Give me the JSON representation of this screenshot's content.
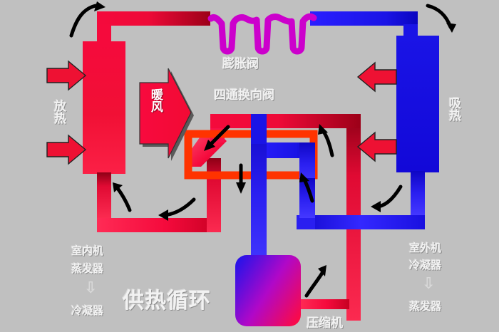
{
  "diagram": {
    "title": "供热循环",
    "background_color": "#c0c0c0",
    "type": "heat-pump-heating-cycle-schematic"
  },
  "labels": {
    "expansion_valve": "膨胀阀",
    "four_way_valve": "四通换向阀",
    "warm_air": "暖风",
    "release_heat": "放热",
    "absorb_heat": "吸热",
    "compressor": "压缩机",
    "cycle_title": "供热循环",
    "indoor_unit": "室内机",
    "indoor_from": "蒸发器",
    "indoor_arrow": "⇩",
    "indoor_to": "冷凝器",
    "outdoor_unit": "室外机",
    "outdoor_from": "冷凝器",
    "outdoor_arrow": "⇩",
    "outdoor_to": "蒸发器"
  },
  "components": [
    {
      "id": "indoor-coil",
      "name": "室内机",
      "role": "冷凝器",
      "color": "#f50a3c",
      "state": "hot"
    },
    {
      "id": "outdoor-coil",
      "name": "室外机",
      "role": "蒸发器",
      "color": "#1a14e6",
      "state": "cold"
    },
    {
      "id": "compressor",
      "name": "压缩机",
      "color_start": "#2a12e8",
      "color_end": "#fa0a48"
    },
    {
      "id": "expansion-valve",
      "name": "膨胀阀",
      "color": "#cc00cc"
    },
    {
      "id": "four-way-valve",
      "name": "四通换向阀",
      "color": "#ff3300"
    }
  ],
  "colors": {
    "hot_pipe": "#f50a3c",
    "hot_pipe_dark": "#a00018",
    "cold_pipe": "#1a14e6",
    "cold_pipe_light": "#3a30ff",
    "valve_orange": "#ff3300",
    "coil_magenta": "#cc00cc",
    "heat_arrow": "#ee1133",
    "flow_arrow": "#000000",
    "background": "#c0c0c0",
    "label_text": "#f2f2f2"
  },
  "heat_arrows": {
    "left_label": "放热",
    "left_direction": "right",
    "left_count": 2,
    "right_label": "吸热",
    "right_direction": "left",
    "right_count": 2
  },
  "flow_arrows": {
    "count": 8,
    "description": "黑色弯曲流向箭头"
  }
}
